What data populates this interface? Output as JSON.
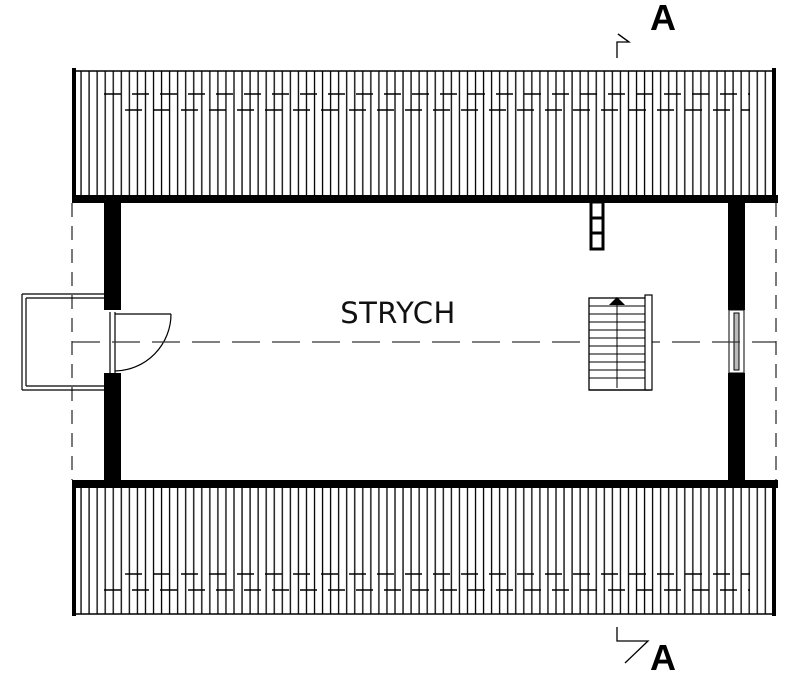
{
  "drawing": {
    "type": "floor-plan",
    "room_label": "STRYCH",
    "section_marker_top": "A",
    "section_marker_bottom": "A",
    "colors": {
      "line": "#000000",
      "background": "#ffffff",
      "dash": "#333333"
    },
    "elements": [
      "top-roof-hatch",
      "bottom-roof-hatch",
      "left-wall",
      "right-wall",
      "entry-door-with-swing",
      "balcony",
      "right-window",
      "chimney-ladder",
      "staircase-up-arrow",
      "center-axis-dashed",
      "outline-dashed"
    ]
  }
}
